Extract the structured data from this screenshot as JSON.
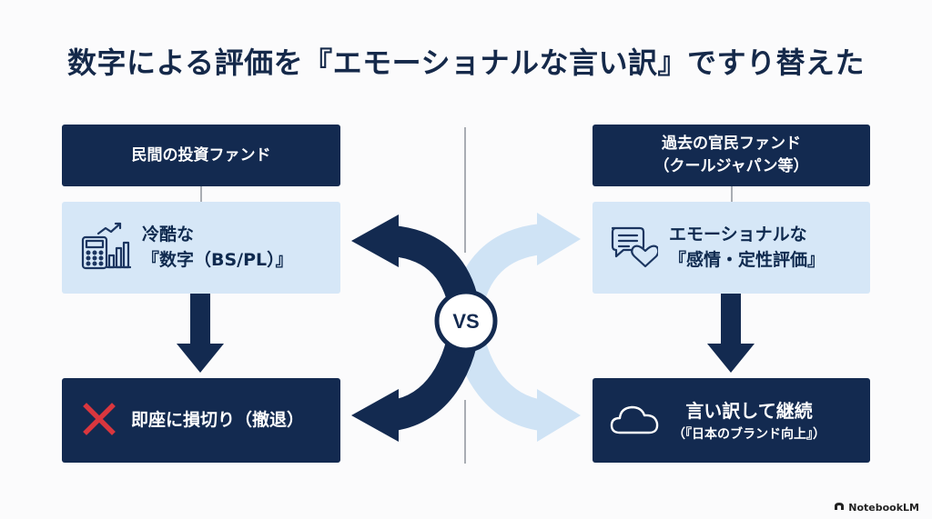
{
  "title": "数字による評価を『エモーショナルな言い訳』ですり替えた",
  "left": {
    "header": "民間の投資ファンド",
    "middle_line1": "冷酷な",
    "middle_line2": "『数字（BS/PL）』",
    "bottom": "即座に損切り（撤退）"
  },
  "right": {
    "header_line1": "過去の官民ファンド",
    "header_line2": "（クールジャパン等）",
    "middle_line1": "エモーショナルな",
    "middle_line2": "『感情・定性評価』",
    "bottom_line1": "言い訳して継続",
    "bottom_line2": "（『日本のブランド向上』）"
  },
  "vs_label": "VS",
  "watermark": "NotebookLM",
  "icons": {
    "left_middle": "calculator-chart-icon",
    "left_bottom": "cross-icon",
    "right_middle": "chat-heart-icon",
    "right_bottom": "cloud-icon"
  },
  "colors": {
    "navy": "#132a50",
    "light_blue": "#d6e7f7",
    "arrow_light": "#cfe3f5",
    "cross_red": "#d9363e"
  }
}
